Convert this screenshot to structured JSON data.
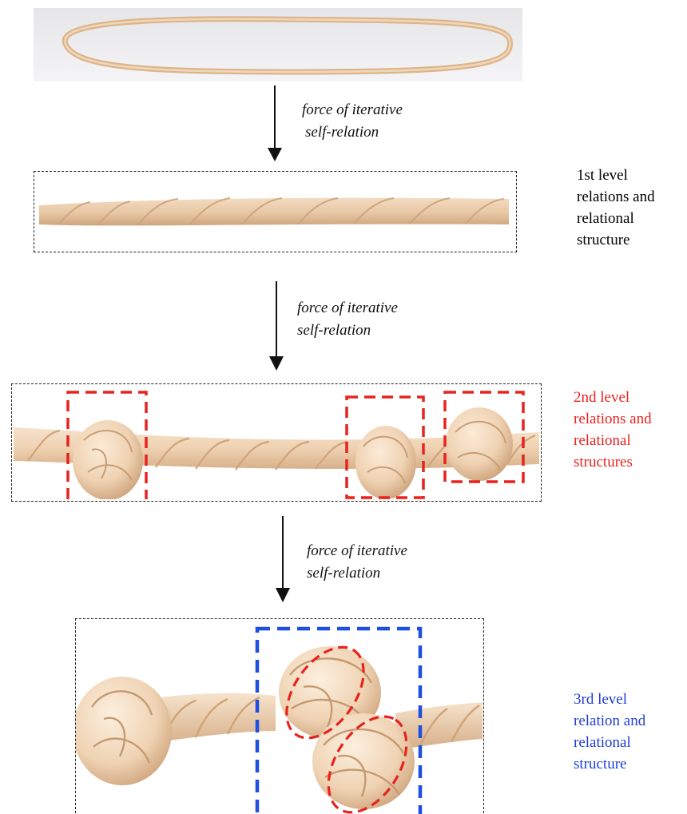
{
  "arrows": [
    {
      "line1": "force of iterative",
      "line2": "self-relation"
    },
    {
      "line1": "force of iterative",
      "line2": "self-relation"
    },
    {
      "line1": "force of iterative",
      "line2": "self-relation"
    }
  ],
  "levels": [
    {
      "lines": [
        "1st level",
        "relations and",
        "relational",
        "structure"
      ],
      "color": "#111111"
    },
    {
      "lines": [
        "2nd level",
        "relations and",
        "relational",
        "structures"
      ],
      "color": "#e8231f"
    },
    {
      "lines": [
        "3rd level",
        "relation and",
        "relational",
        "structure"
      ],
      "color": "#1f3fd6"
    }
  ],
  "colors": {
    "rope": "#efcfae",
    "rope_shadow": "#d7ae86",
    "band": "#e0b990",
    "frame_dark": "#222222",
    "frame_red": "#e8231f",
    "frame_blue": "#1f4fe0"
  }
}
